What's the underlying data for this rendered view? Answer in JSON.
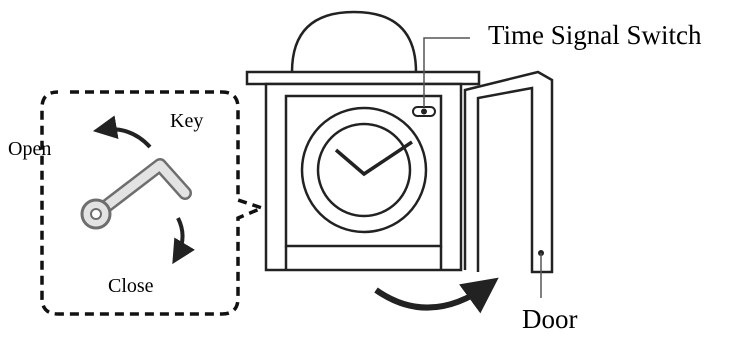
{
  "labels": {
    "time_signal_switch": "Time Signal Switch",
    "key": "Key",
    "open": "Open",
    "close": "Close",
    "door": "Door"
  },
  "colors": {
    "line": "#222222",
    "callout_dash": "#111111",
    "key_fill": "#e3e3e3",
    "key_stroke": "#6e6e6e",
    "arrow": "#222222"
  },
  "icons": [
    "clock-cabinet-icon",
    "key-icon",
    "open-arrow-icon",
    "close-arrow-icon",
    "door-swing-arrow-icon"
  ]
}
